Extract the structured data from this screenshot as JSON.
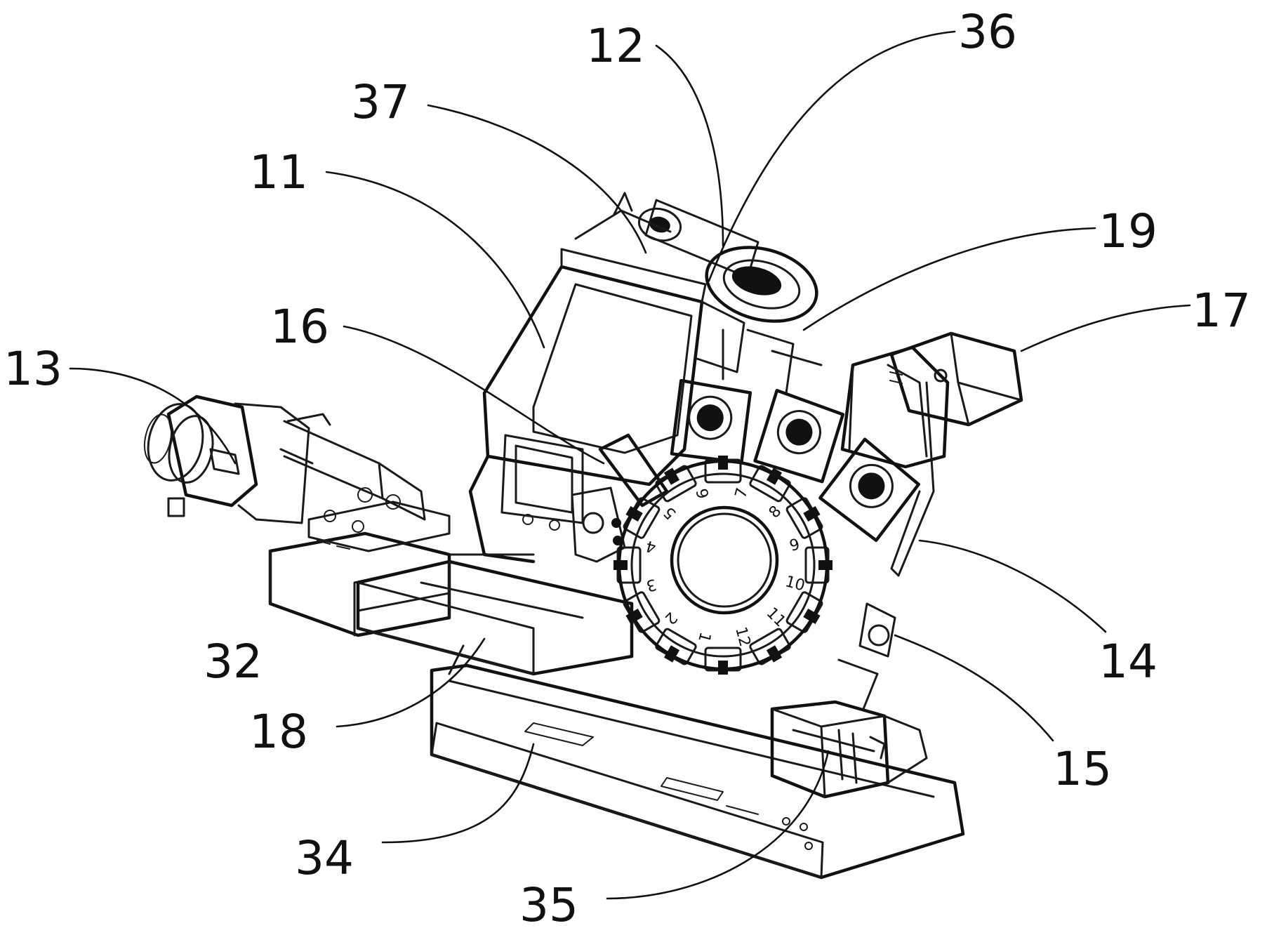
{
  "figure": {
    "callouts": [
      {
        "id": "c12",
        "label": "12"
      },
      {
        "id": "c36",
        "label": "36"
      },
      {
        "id": "c37",
        "label": "37"
      },
      {
        "id": "c11",
        "label": "11"
      },
      {
        "id": "c19",
        "label": "19"
      },
      {
        "id": "c17",
        "label": "17"
      },
      {
        "id": "c16",
        "label": "16"
      },
      {
        "id": "c13",
        "label": "13"
      },
      {
        "id": "c14",
        "label": "14"
      },
      {
        "id": "c32",
        "label": "32"
      },
      {
        "id": "c18",
        "label": "18"
      },
      {
        "id": "c15",
        "label": "15"
      },
      {
        "id": "c34",
        "label": "34"
      },
      {
        "id": "c35",
        "label": "35"
      }
    ],
    "turret_stations": [
      "1",
      "2",
      "3",
      "4",
      "5",
      "6",
      "7",
      "8",
      "9",
      "10",
      "11",
      "12"
    ]
  }
}
